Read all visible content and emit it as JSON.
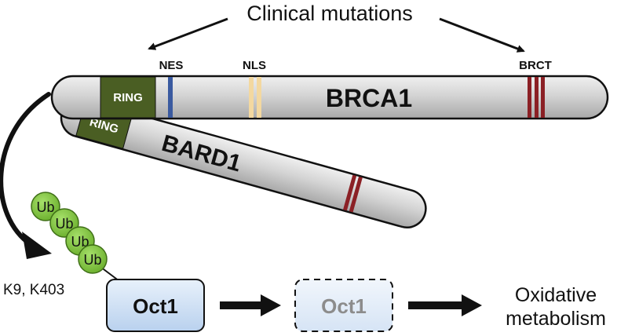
{
  "header": {
    "title": "Clinical mutations"
  },
  "brca1": {
    "name": "BRCA1",
    "ring": "RING",
    "nes": "NES",
    "nls": "NLS",
    "brct": "BRCT"
  },
  "bard1": {
    "name": "BARD1",
    "ring": "RING"
  },
  "ubiquitin": {
    "chain": [
      "Ub",
      "Ub",
      "Ub",
      "Ub"
    ],
    "sites": "K9, K403"
  },
  "pathway": {
    "oct1": "Oct1",
    "oct1_degraded": "Oct1",
    "outcome_line1": "Oxidative",
    "outcome_line2": "metabolism"
  },
  "colors": {
    "protein_body": "#d0d0d0",
    "ring_domain": "#4a5e23",
    "nes_band": "#3a5aa0",
    "nls_band": "#f3d8a0",
    "brct_band": "#8b2025",
    "ubiquitin": "#7ec43a",
    "oct1_box": "#c9dcf2"
  }
}
